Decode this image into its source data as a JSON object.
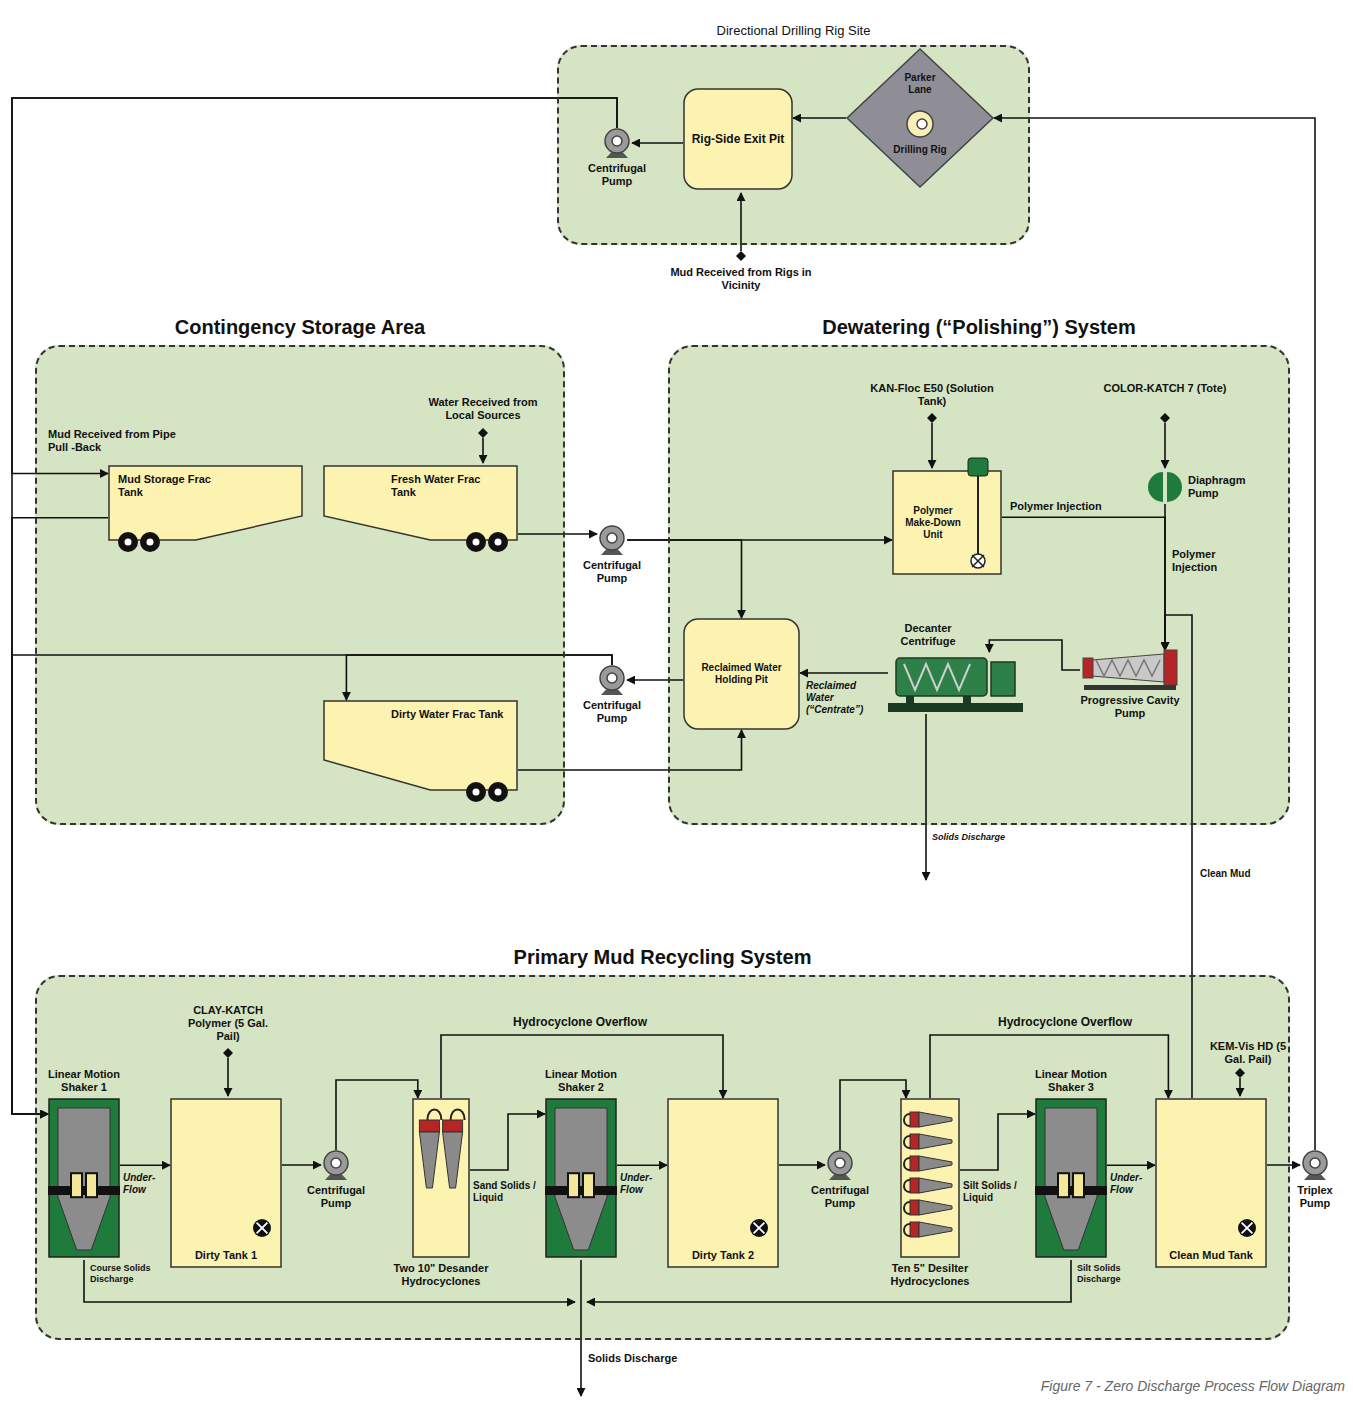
{
  "diagram": {
    "caption": "Figure 7 - Zero Discharge Process Flow Diagram",
    "nodes": [
      {
        "text": [
          "Directional Drilling Rig Site"
        ]
      },
      {
        "text": [
          "Centrifugal Pump"
        ],
        "in": 0
      },
      {
        "text": [
          "Rig-Side Exit Pit"
        ],
        "in": 0
      },
      {
        "text": [
          "Parker Lane",
          "Drilling Rig"
        ],
        "in": 0
      },
      {
        "text": [
          "Contingency Storage Area"
        ]
      },
      {
        "text": [
          "Mud Storage Frac Tank"
        ],
        "in": 4
      },
      {
        "text": [
          "Fresh Water Frac Tank"
        ],
        "in": 4
      },
      {
        "text": [
          "Dirty Water Frac Tank"
        ],
        "in": 4
      },
      {
        "text": [
          "Centrifugal Pump"
        ]
      },
      {
        "text": [
          "Centrifugal Pump"
        ]
      },
      {
        "text": [
          "Dewatering (“Polishing”) System"
        ]
      },
      {
        "text": [
          "Polymer Make-Down Unit"
        ],
        "in": 10
      },
      {
        "text": [
          "Reclaimed Water Holding Pit"
        ],
        "in": 10
      },
      {
        "text": [
          "Decanter Centrifuge"
        ],
        "in": 10
      },
      {
        "text": [
          "Progressive Cavity Pump"
        ],
        "in": 10
      },
      {
        "text": [
          "Diaphragm Pump"
        ],
        "in": 10
      },
      {
        "text": [
          "Primary Mud Recycling System"
        ]
      },
      {
        "text": [
          "Linear Motion Shaker 1"
        ],
        "in": 16
      },
      {
        "text": [
          "Dirty Tank 1"
        ],
        "in": 16
      },
      {
        "text": [
          "Centrifugal Pump"
        ],
        "in": 16
      },
      {
        "text": [
          "Two 10\" Desander Hydrocyclones"
        ],
        "in": 16
      },
      {
        "text": [
          "Linear Motion Shaker 2"
        ],
        "in": 16
      },
      {
        "text": [
          "Dirty Tank 2"
        ],
        "in": 16
      },
      {
        "text": [
          "Centrifugal Pump"
        ],
        "in": 16
      },
      {
        "text": [
          "Ten 5\" Desilter Hydrocyclones"
        ],
        "in": 16
      },
      {
        "text": [
          "Linear Motion Shaker 3"
        ],
        "in": 16
      },
      {
        "text": [
          "Clean Mud Tank"
        ],
        "in": 16
      },
      {
        "text": [
          "Triplex Pump"
        ]
      }
    ],
    "edges": [
      {
        "from": 3,
        "to": 2,
        "arrow": "to"
      },
      {
        "from": 2,
        "to": 1,
        "arrow": "to"
      },
      {
        "from": 1,
        "to": 5,
        "arrow": "to"
      },
      {
        "from": 1,
        "to": 17,
        "arrow": "to"
      },
      {
        "from": 5,
        "to": 17,
        "arrow": "to"
      },
      {
        "from": 6,
        "to": 8,
        "arrow": "to"
      },
      {
        "from": 8,
        "to": 11,
        "arrow": "to"
      },
      {
        "from": 8,
        "to": 12,
        "arrow": "to"
      },
      {
        "from": 11,
        "to": 14,
        "arrow": "to",
        "label": "Polymer Injection"
      },
      {
        "from": 15,
        "to": 14,
        "arrow": "to",
        "label": "Polymer Injection"
      },
      {
        "from": 26,
        "to": 14,
        "arrow": "to",
        "label": "Clean Mud"
      },
      {
        "from": 14,
        "to": 13,
        "arrow": "to"
      },
      {
        "from": 13,
        "to": 12,
        "arrow": "to",
        "label": "Reclaimed Water (“Centrate”)"
      },
      {
        "from": 12,
        "to": 9,
        "arrow": "to"
      },
      {
        "from": 9,
        "to": 17,
        "arrow": "to"
      },
      {
        "from": 9,
        "to": 7,
        "arrow": "to"
      },
      {
        "from": 7,
        "to": 12,
        "arrow": "to"
      },
      {
        "from": 17,
        "to": 18,
        "arrow": "to",
        "label": "Under-Flow"
      },
      {
        "from": 18,
        "to": 19,
        "arrow": "to"
      },
      {
        "from": 19,
        "to": 20,
        "arrow": "to"
      },
      {
        "from": 20,
        "to": 21,
        "arrow": "to",
        "label": "Sand Solids / Liquid"
      },
      {
        "from": 20,
        "to": 22,
        "arrow": "to",
        "label": "Hydrocyclone Overflow"
      },
      {
        "from": 21,
        "to": 22,
        "arrow": "to",
        "label": "Under-Flow"
      },
      {
        "from": 22,
        "to": 23,
        "arrow": "to"
      },
      {
        "from": 23,
        "to": 24,
        "arrow": "to"
      },
      {
        "from": 24,
        "to": 25,
        "arrow": "to",
        "label": "Silt Solids / Liquid"
      },
      {
        "from": 24,
        "to": 26,
        "arrow": "to",
        "label": "Hydrocyclone Overflow"
      },
      {
        "from": 25,
        "to": 26,
        "arrow": "to",
        "label": "Under-Flow"
      },
      {
        "from": 26,
        "to": 27,
        "arrow": "to"
      },
      {
        "from": 27,
        "to": 3,
        "arrow": "to"
      }
    ],
    "labels": [
      "Mud Received from Rigs in Vicinity",
      "Mud Received from Pipe Pull -Back",
      "Water Received from Local Sources",
      "KAN-Floc E50 (Solution Tank)",
      "COLOR-KATCH 7 (Tote)",
      "Solids Discharge",
      "CLAY-KATCH Polymer (5 Gal. Pail)",
      "KEM-Vis HD (5 Gal. Pail)",
      "Course Solids Discharge",
      "Silt Solids Discharge",
      "Solids Discharge"
    ]
  }
}
